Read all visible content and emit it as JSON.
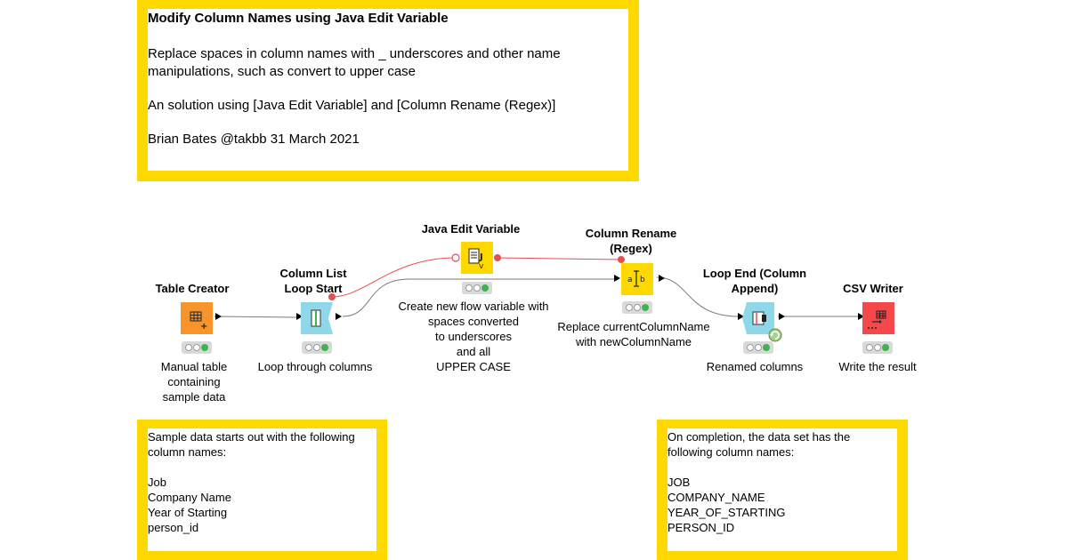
{
  "header_note": {
    "title": "Modify Column Names using Java Edit Variable",
    "line1": "Replace  spaces  in column names with _ underscores and other name",
    "line2": "manipulations, such as convert to upper case",
    "line3": "An solution using [Java Edit Variable] and [Column Rename (Regex)]",
    "line4": "Brian Bates  @takbb  31 March 2021"
  },
  "nodes": {
    "table_creator": {
      "title": "Table Creator",
      "label": [
        "Manual table",
        "containing",
        "sample data"
      ]
    },
    "column_list_loop_start": {
      "title": [
        "Column List",
        "Loop Start"
      ],
      "label": [
        "Loop through columns"
      ]
    },
    "java_edit_variable": {
      "title": "Java Edit Variable",
      "label": [
        "Create new flow variable with",
        "spaces converted",
        "to underscores",
        "and all",
        "UPPER CASE"
      ]
    },
    "column_rename_regex": {
      "title": [
        "Column Rename",
        "(Regex)"
      ],
      "label": [
        "Replace currentColumnName",
        "with newColumnName"
      ]
    },
    "loop_end": {
      "title": [
        "Loop End (Column",
        "Append)"
      ],
      "label": [
        "Renamed columns"
      ]
    },
    "csv_writer": {
      "title": "CSV Writer",
      "label": [
        "Write the result"
      ]
    }
  },
  "left_note": {
    "lines": [
      "Sample data starts out with the following",
      "column names:",
      "",
      "Job",
      "Company Name",
      "Year of Starting",
      "person_id"
    ]
  },
  "right_note": {
    "lines": [
      "On completion, the data set has the",
      "following column names:",
      "",
      "JOB",
      "COMPANY_NAME",
      "YEAR_OF_STARTING",
      "PERSON_ID"
    ]
  },
  "colors": {
    "annotation_border": "#ffd800",
    "source_node": "#f7952b",
    "loop_node": "#8fd8ea",
    "variable_node": "#ffd800",
    "manipulator_node": "#ffd800",
    "sink_node": "#f4484b",
    "flow_variable_port": "#e84e4e",
    "status_ok": "#3fb34f"
  }
}
